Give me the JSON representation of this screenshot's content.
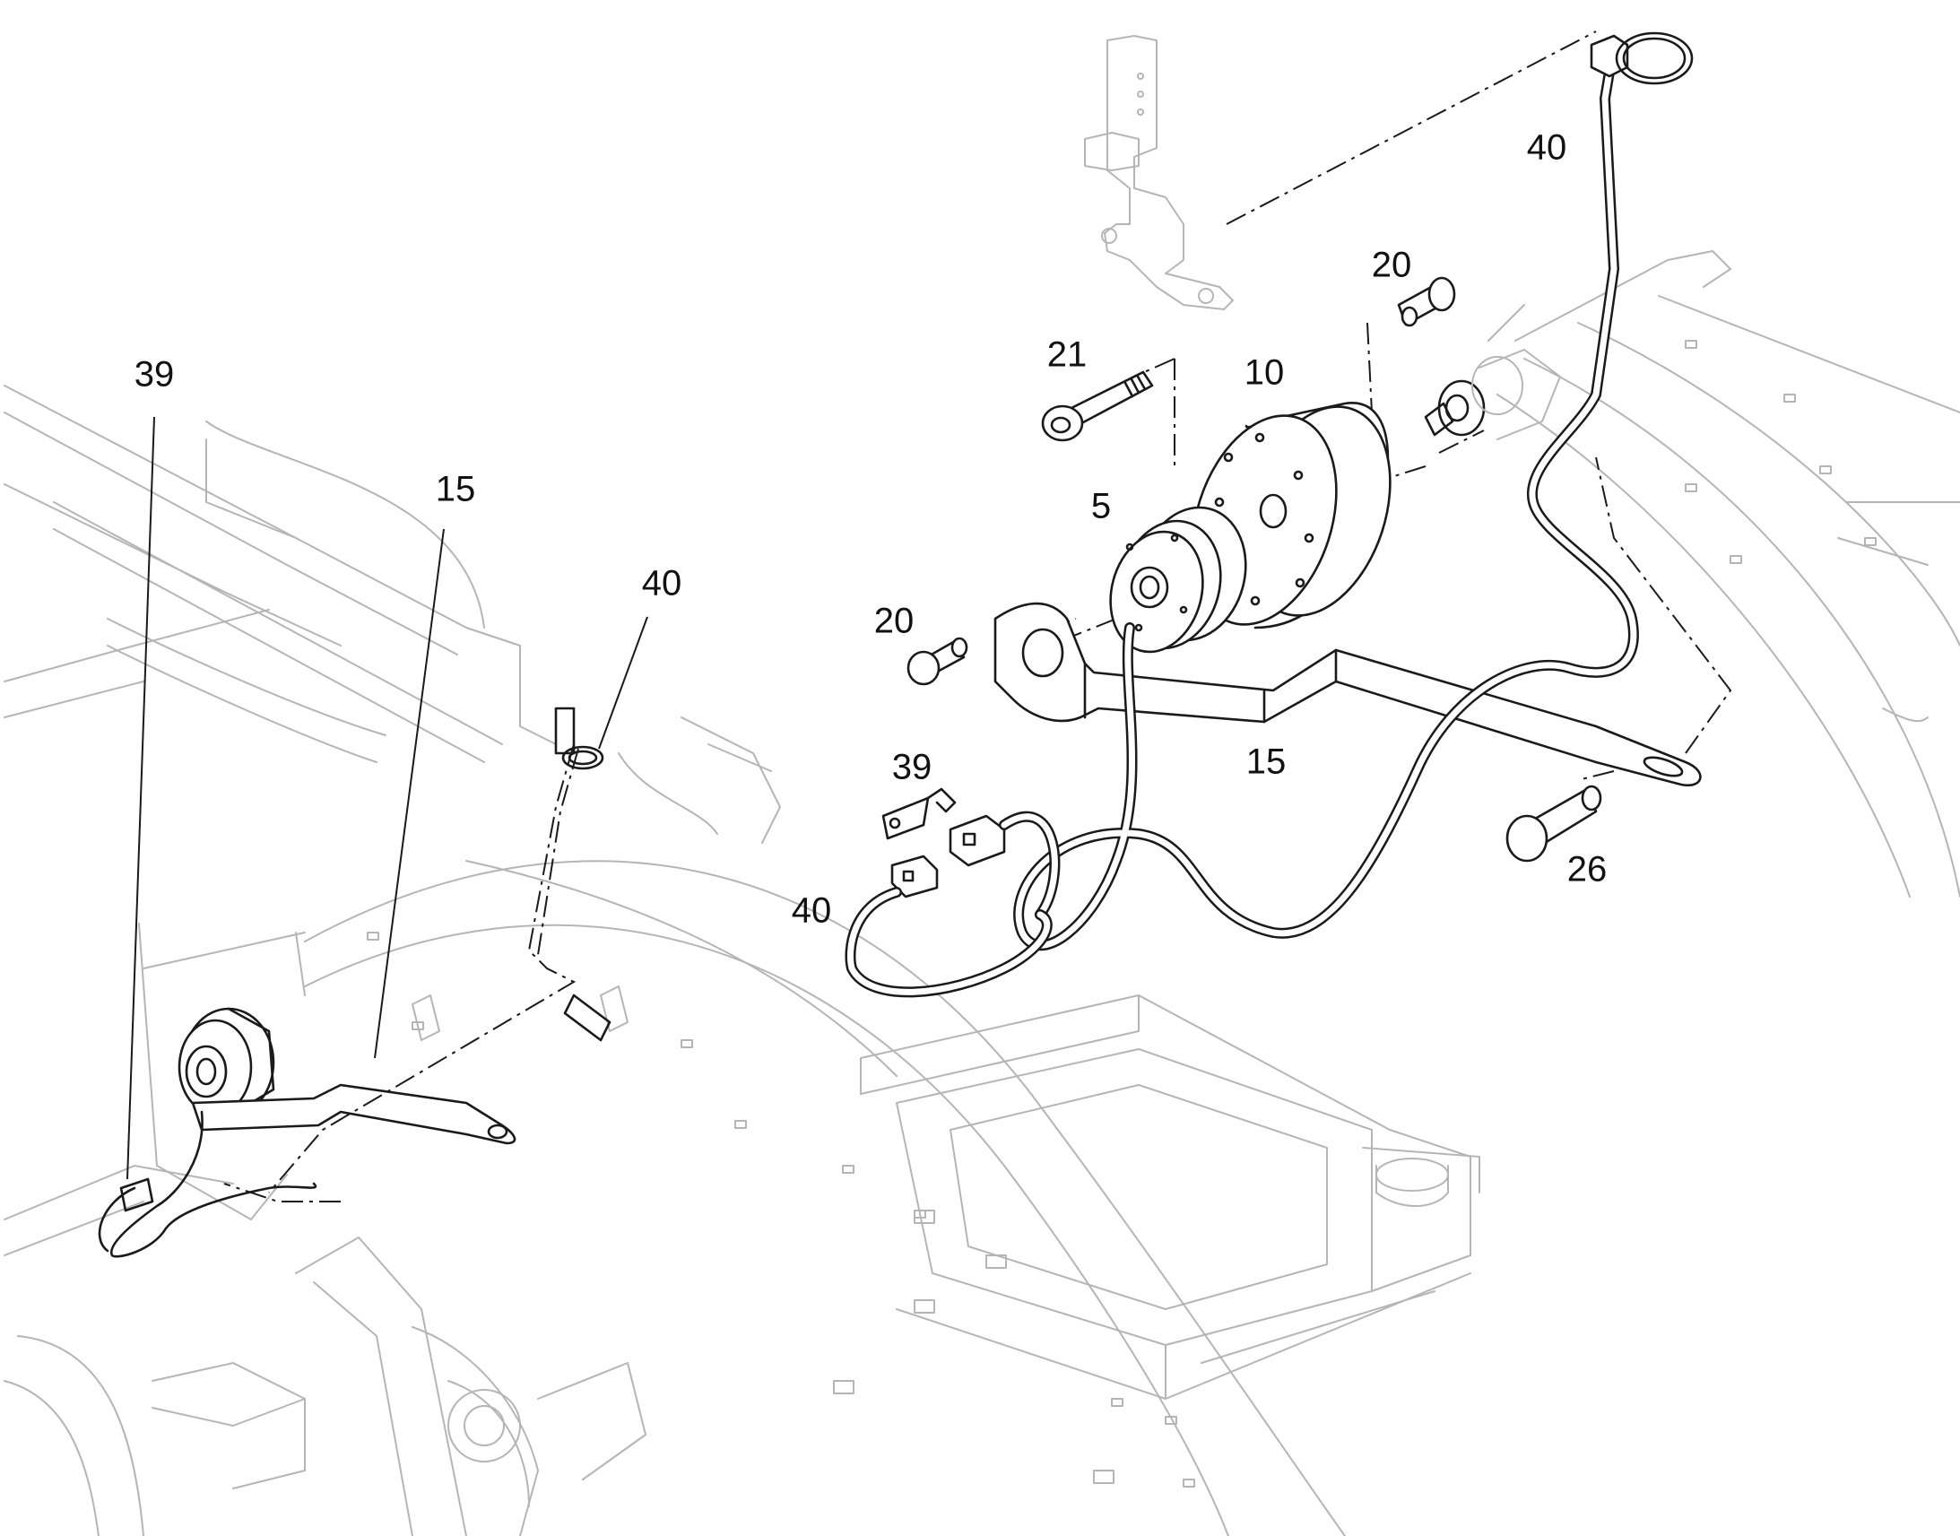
{
  "callouts": {
    "bracket_39_left": "39",
    "arm_15_left": "15",
    "cable_40_left": "40",
    "cable_40_top": "40",
    "bolt_20_top": "20",
    "bolt_21": "21",
    "disc_10": "10",
    "sensor_5": "5",
    "bolt_20_left": "20",
    "arm_15_right": "15",
    "bracket_39_right": "39",
    "connector_40_lower": "40",
    "pin_26": "26"
  }
}
